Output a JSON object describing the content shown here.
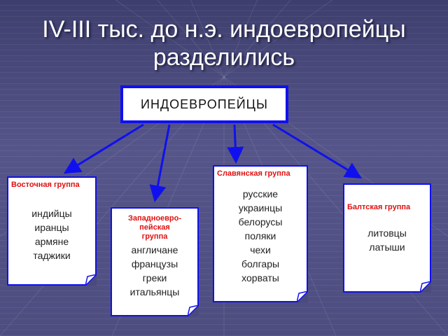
{
  "title": {
    "line1": "IV-III тыс. до н.э. индоевропейцы",
    "line2": "разделились"
  },
  "root": {
    "label": "ИНДОЕВРОПЕЙЦЫ"
  },
  "groups": [
    {
      "heading": "Восточная группа",
      "members": [
        "индийцы",
        "иранцы",
        "армяне",
        "таджики"
      ]
    },
    {
      "heading": "Западноевро-пейская группа",
      "members": [
        "англичане",
        "французы",
        "греки",
        "итальянцы"
      ]
    },
    {
      "heading": "Славянская группа",
      "members": [
        "русские",
        "украинцы",
        "белорусы",
        "поляки",
        "чехи",
        "болгары",
        "хорваты"
      ]
    },
    {
      "heading": "Балтская группа",
      "members": [
        "литовцы",
        "латыши"
      ]
    }
  ],
  "colors": {
    "border": "#1010ee",
    "heading": "#e01010",
    "background": "#4a4a7c"
  }
}
